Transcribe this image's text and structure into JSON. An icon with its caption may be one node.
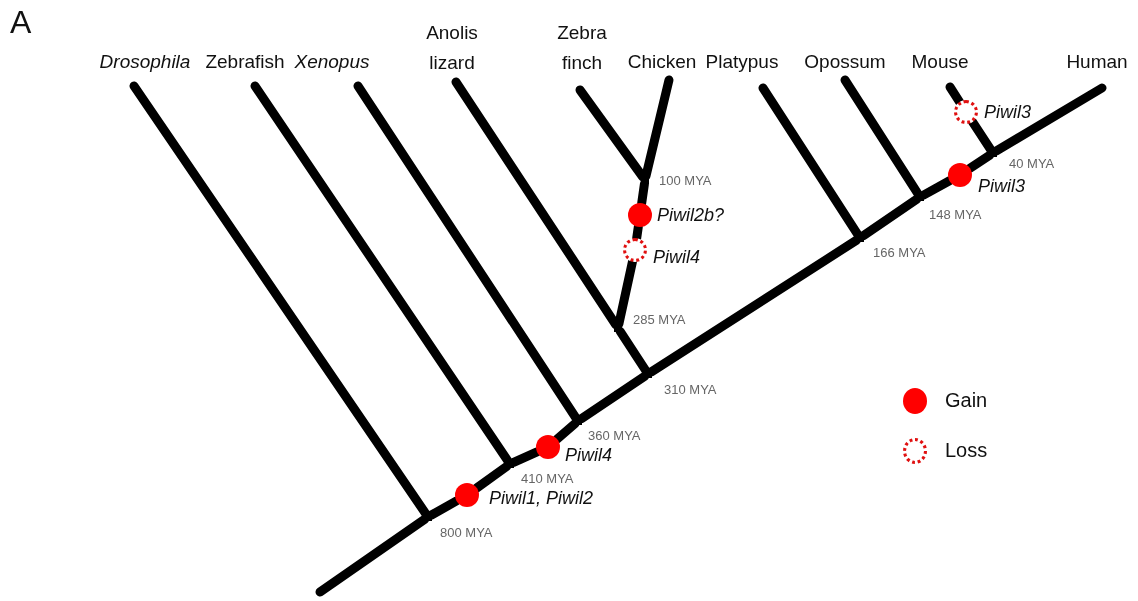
{
  "diagram": {
    "nodes": [
      {
        "text": [
          "Drosophila"
        ]
      },
      {
        "text": [
          "Zebrafish"
        ]
      },
      {
        "text": [
          "Xenopus"
        ]
      },
      {
        "text": [
          "Anolis lizard"
        ]
      },
      {
        "text": [
          "Zebra finch"
        ]
      },
      {
        "text": [
          "Chicken"
        ]
      },
      {
        "text": [
          "Platypus"
        ]
      },
      {
        "text": [
          "Opossum"
        ]
      },
      {
        "text": [
          "Mouse"
        ]
      },
      {
        "text": [
          "Human"
        ]
      },
      {
        "text": [],
        "shape": "point",
        "beside": [
          "800 MYA"
        ]
      },
      {
        "text": [],
        "shape": "point",
        "beside": [
          "410 MYA"
        ]
      },
      {
        "text": [],
        "shape": "point",
        "beside": [
          "360 MYA"
        ]
      },
      {
        "text": [],
        "shape": "point",
        "beside": [
          "310 MYA"
        ]
      },
      {
        "text": [],
        "shape": "point",
        "beside": [
          "285 MYA"
        ]
      },
      {
        "text": [],
        "shape": "point",
        "beside": [
          "100 MYA"
        ]
      },
      {
        "text": [],
        "shape": "point",
        "beside": [
          "166 MYA"
        ]
      },
      {
        "text": [],
        "shape": "point",
        "beside": [
          "148 MYA"
        ]
      },
      {
        "text": [],
        "shape": "point",
        "beside": [
          "40 MYA"
        ]
      },
      {
        "text": [],
        "shape": "circle",
        "beside": [
          "Piwil1, Piwil2"
        ]
      },
      {
        "text": [],
        "shape": "circle",
        "beside": [
          "Piwil4"
        ]
      },
      {
        "text": [],
        "shape": "circle",
        "beside": [
          "Piwil2b?"
        ]
      },
      {
        "text": [],
        "shape": "circle",
        "beside": [
          "Piwil4"
        ]
      },
      {
        "text": [],
        "shape": "circle",
        "beside": [
          "Piwil3"
        ]
      },
      {
        "text": [],
        "shape": "circle",
        "beside": [
          "Piwil3"
        ]
      }
    ],
    "edges": [
      {
        "from": null,
        "to": 10,
        "arrow": "none"
      },
      {
        "from": 10,
        "to": 0,
        "arrow": "none"
      },
      {
        "from": 10,
        "to": 19,
        "arrow": "none"
      },
      {
        "from": 19,
        "to": 11,
        "arrow": "none"
      },
      {
        "from": 11,
        "to": 1,
        "arrow": "none"
      },
      {
        "from": 11,
        "to": 20,
        "arrow": "none"
      },
      {
        "from": 20,
        "to": 12,
        "arrow": "none"
      },
      {
        "from": 12,
        "to": 2,
        "arrow": "none"
      },
      {
        "from": 12,
        "to": 13,
        "arrow": "none"
      },
      {
        "from": 13,
        "to": 14,
        "arrow": "none"
      },
      {
        "from": 14,
        "to": 3,
        "arrow": "none"
      },
      {
        "from": 14,
        "to": 22,
        "arrow": "none"
      },
      {
        "from": 22,
        "to": 21,
        "arrow": "none"
      },
      {
        "from": 21,
        "to": 15,
        "arrow": "none"
      },
      {
        "from": 15,
        "to": 4,
        "arrow": "none"
      },
      {
        "from": 15,
        "to": 5,
        "arrow": "none"
      },
      {
        "from": 13,
        "to": 16,
        "arrow": "none"
      },
      {
        "from": 16,
        "to": 6,
        "arrow": "none"
      },
      {
        "from": 16,
        "to": 17,
        "arrow": "none"
      },
      {
        "from": 17,
        "to": 7,
        "arrow": "none"
      },
      {
        "from": 17,
        "to": 23,
        "arrow": "none"
      },
      {
        "from": 23,
        "to": 18,
        "arrow": "none"
      },
      {
        "from": 18,
        "to": 24,
        "arrow": "none"
      },
      {
        "from": 24,
        "to": 8,
        "arrow": "none"
      },
      {
        "from": 18,
        "to": 9,
        "arrow": "none"
      }
    ],
    "labels": [
      "A"
    ],
    "legend": [
      {
        "text": "Gain"
      },
      {
        "text": "Loss"
      }
    ]
  }
}
